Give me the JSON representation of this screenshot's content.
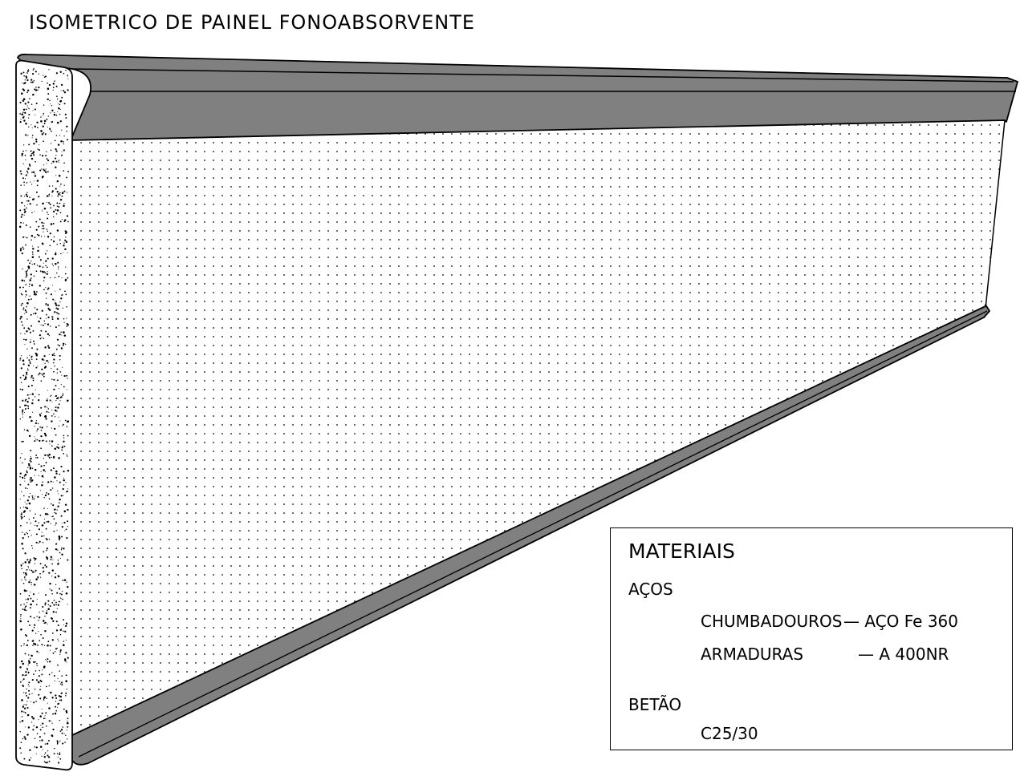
{
  "title": "ISOMETRICO DE PAINEL FONOABSORVENTE",
  "materials": {
    "heading": "MATERIAIS",
    "steels_heading": "AÇOS",
    "items": [
      {
        "label": "CHUMBADOUROS",
        "value": "— AÇO Fe 360"
      },
      {
        "label": "ARMADURAS",
        "value": "— A 400NR"
      }
    ],
    "concrete_heading": "BETÃO",
    "concrete_value": "C25/30"
  },
  "colors": {
    "steel_channel": "#808080",
    "line": "#000000",
    "background": "#ffffff"
  }
}
